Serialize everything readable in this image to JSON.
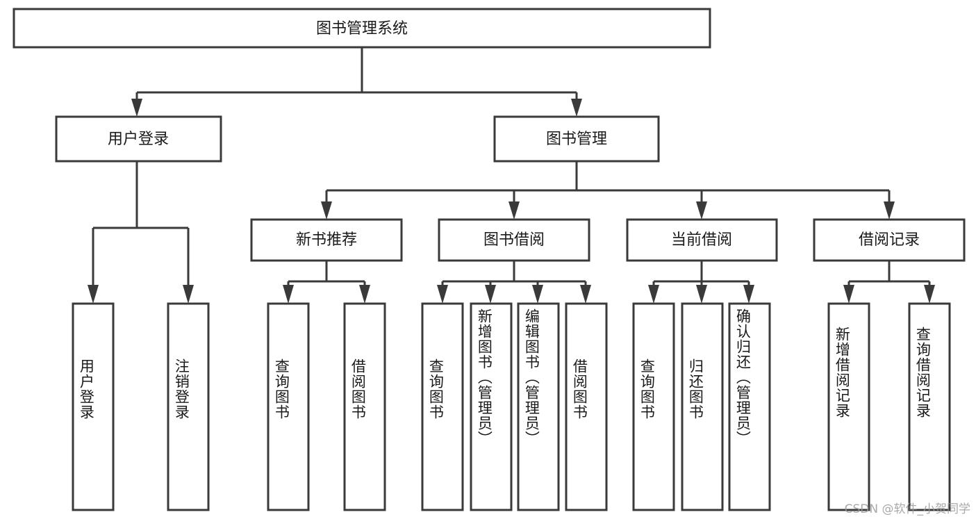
{
  "diagram": {
    "type": "tree-hierarchy",
    "title": "图书管理系统",
    "root": {
      "label": "图书管理系统",
      "children": [
        {
          "label": "用户登录",
          "children": [
            {
              "label": "用户登录"
            },
            {
              "label": "注销登录"
            }
          ]
        },
        {
          "label": "图书管理",
          "children": [
            {
              "label": "新书推荐",
              "children": [
                {
                  "label": "查询图书"
                },
                {
                  "label": "借阅图书"
                }
              ]
            },
            {
              "label": "图书借阅",
              "children": [
                {
                  "label": "查询图书"
                },
                {
                  "label": "新增图书（管理员）"
                },
                {
                  "label": "编辑图书（管理员）"
                },
                {
                  "label": "借阅图书"
                }
              ]
            },
            {
              "label": "当前借阅",
              "children": [
                {
                  "label": "查询图书"
                },
                {
                  "label": "归还图书"
                },
                {
                  "label": "确认归还（管理员）"
                }
              ]
            },
            {
              "label": "借阅记录",
              "children": [
                {
                  "label": "新增借阅记录"
                },
                {
                  "label": "查询借阅记录"
                }
              ]
            }
          ]
        }
      ]
    },
    "nodes": {
      "root_title": "图书管理系统",
      "user_login": "用户登录",
      "book_manage": "图书管理",
      "new_book_rec": "新书推荐",
      "book_borrow": "图书借阅",
      "current_borrow": "当前借阅",
      "borrow_record": "借阅记录",
      "leaf_user_login": "用户登录",
      "leaf_logout": "注销登录",
      "leaf_query_book_1": "查询图书",
      "leaf_borrow_book_1": "借阅图书",
      "leaf_query_book_2": "查询图书",
      "leaf_add_book": "新增图书（管理员）",
      "leaf_edit_book": "编辑图书（管理员）",
      "leaf_borrow_book_2": "借阅图书",
      "leaf_query_book_3": "查询图书",
      "leaf_return_book": "归还图书",
      "leaf_confirm_return": "确认归还（管理员）",
      "leaf_add_record": "新增借阅记录",
      "leaf_query_record": "查询借阅记录"
    },
    "colors": {
      "box_stroke": "#3a3a3a",
      "box_fill": "#ffffff",
      "text": "#1a1a1a",
      "background": "#ffffff",
      "watermark": "#9a9a9a"
    }
  },
  "watermark": {
    "text": "CSDN @软件_小贺同学"
  }
}
